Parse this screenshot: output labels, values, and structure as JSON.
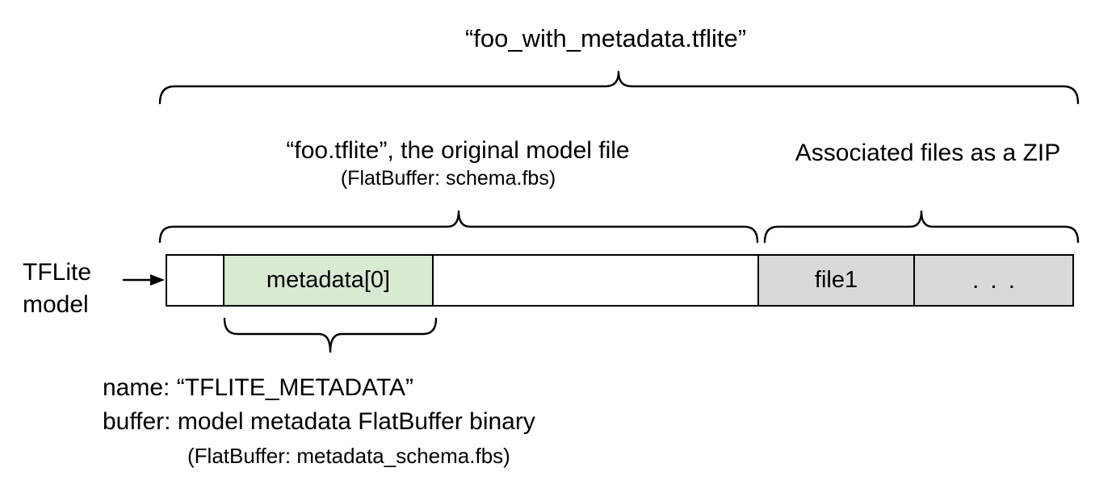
{
  "title": "“foo_with_metadata.tflite”",
  "labels": {
    "model_file": "“foo.tflite”, the original model file",
    "model_file_schema": "(FlatBuffer: schema.fbs)",
    "associated_files": "Associated files as a ZIP",
    "pointer_line1": "TFLite",
    "pointer_line2": "model"
  },
  "bar": {
    "metadata_label": "metadata[0]",
    "file1_label": "file1",
    "more_label": "..."
  },
  "annotation": {
    "name_line": "name: “TFLITE_METADATA”",
    "buffer_line": "buffer: model metadata FlatBuffer binary",
    "schema_line": "(FlatBuffer: metadata_schema.fbs)"
  },
  "colors": {
    "metadata_fill": "#d9ead3",
    "file_fill": "#d9d9d9",
    "line": "#000000"
  }
}
